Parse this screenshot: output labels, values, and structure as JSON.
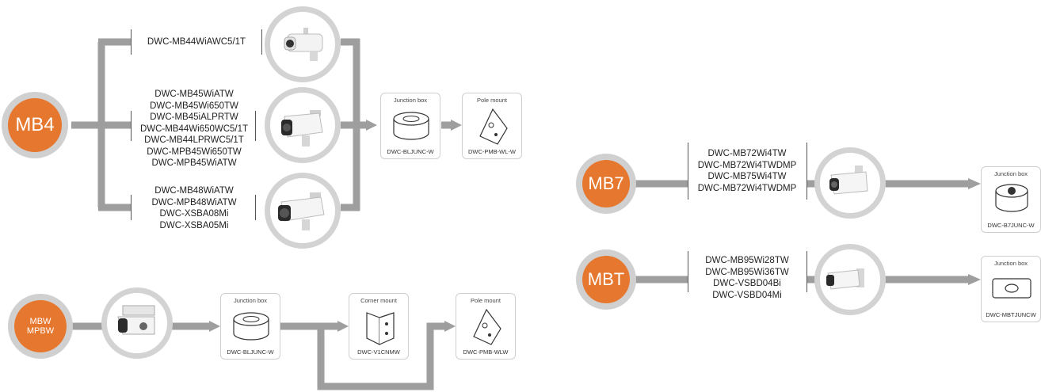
{
  "colors": {
    "series": "#e6772e",
    "connector": "#9e9e9e",
    "ring": "#d3d3d3"
  },
  "mb4": {
    "label": "MB4",
    "group1": [
      "DWC-MB44WiAWC5/1T"
    ],
    "group2": [
      "DWC-MB45WiATW",
      "DWC-MB45Wi650TW",
      "DWC-MB45iALPRTW",
      "DWC-MB44Wi650WC5/1T",
      "DWC-MB44LPRWC5/1T",
      "DWC-MPB45Wi650TW",
      "DWC-MPB45WiATW"
    ],
    "group3": [
      "DWC-MB48WiATW",
      "DWC-MPB48WiATW",
      "DWC-XSBA08Mi",
      "DWC-XSBA05Mi"
    ],
    "junction": {
      "title": "Junction box",
      "model": "DWC-BLJUNC-W"
    },
    "pole": {
      "title": "Pole mount",
      "model": "DWC-PMB-WL-W"
    }
  },
  "mbw": {
    "label_line1": "MBW",
    "label_line2": "MPBW",
    "junction": {
      "title": "Junction box",
      "model": "DWC-BLJUNC-W"
    },
    "corner": {
      "title": "Corner mount",
      "model": "DWC-V1CNMW"
    },
    "pole": {
      "title": "Pole mount",
      "model": "DWC-PMB-WLW"
    }
  },
  "mb7": {
    "label": "MB7",
    "models": [
      "DWC-MB72Wi4TW",
      "DWC-MB72Wi4TWDMP",
      "DWC-MB75Wi4TW",
      "DWC-MB72Wi4TWDMP"
    ],
    "junction": {
      "title": "Junction box",
      "model": "DWC-B7JUNC-W"
    }
  },
  "mbt": {
    "label": "MBT",
    "models": [
      "DWC-MB95Wi28TW",
      "DWC-MB95Wi36TW",
      "DWC-VSBD04Bi",
      "DWC-VSBD04Mi"
    ],
    "junction": {
      "title": "Junction box",
      "model": "DWC-MBTJUNCW"
    }
  }
}
